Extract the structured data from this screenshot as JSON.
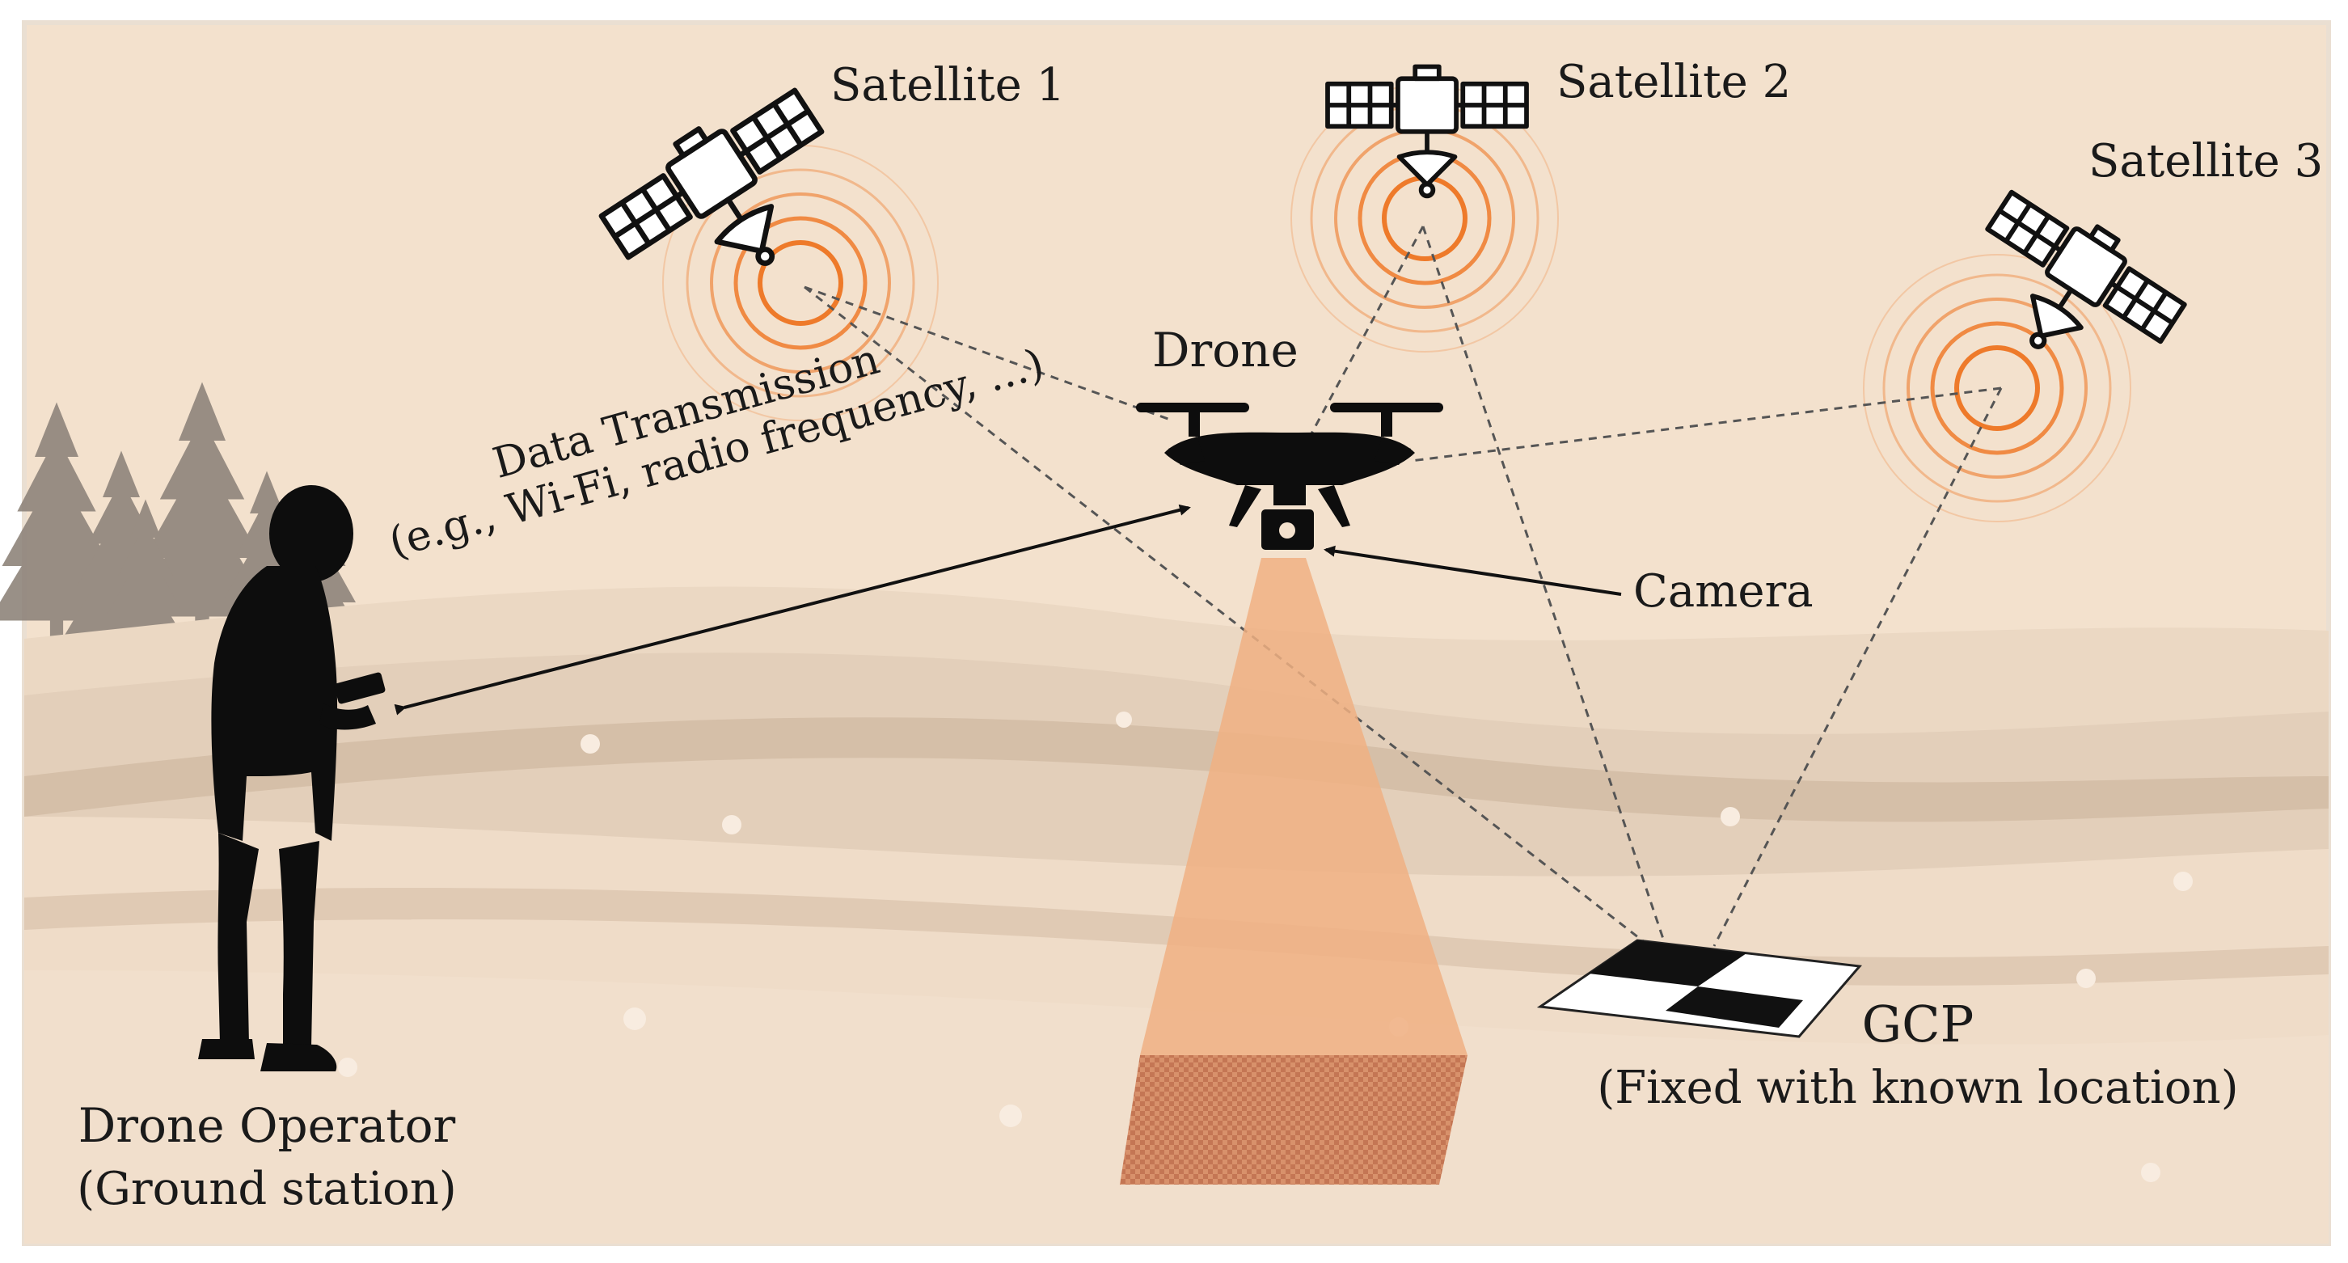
{
  "labels": {
    "satellite_1": "Satellite 1",
    "satellite_2": "Satellite 2",
    "satellite_3": "Satellite 3",
    "drone": "Drone",
    "camera": "Camera",
    "transmission_title": "Data Transmission",
    "transmission_examples": "(e.g., Wi-Fi, radio frequency, ...)",
    "operator_title": "Drone Operator",
    "operator_subtitle": "(Ground station)",
    "gcp_title": "GCP",
    "gcp_subtitle": "(Fixed with known location)"
  },
  "icons": {
    "satellite": "satellite-icon",
    "signal": "signal-waves-icon",
    "drone": "drone-icon",
    "camera": "camera-icon",
    "person": "person-silhouette-icon",
    "tree": "pine-tree-icon",
    "gcp": "checkerboard-target-icon"
  },
  "colors": {
    "background": "#f3e1cd",
    "hills": "#e3cfba",
    "signal": "#ee7a2a",
    "camera_beam": "#f0b083",
    "footprint": "#d4845a",
    "silhouette": "#0d0d0d"
  }
}
